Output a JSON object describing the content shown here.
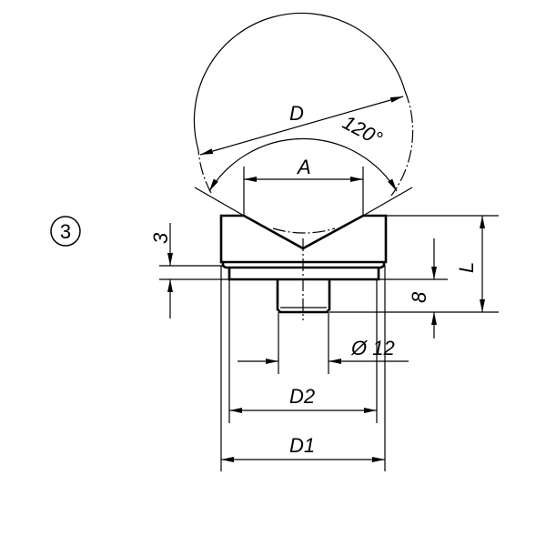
{
  "drawing": {
    "view_number": "3",
    "labels": {
      "D": "D",
      "angle": "120°",
      "A": "A",
      "three": "3",
      "L": "L",
      "eight": "8",
      "thread": "Ø 12",
      "D2": "D2",
      "D1": "D1"
    },
    "line_color": "#000000",
    "background": "#ffffff"
  }
}
